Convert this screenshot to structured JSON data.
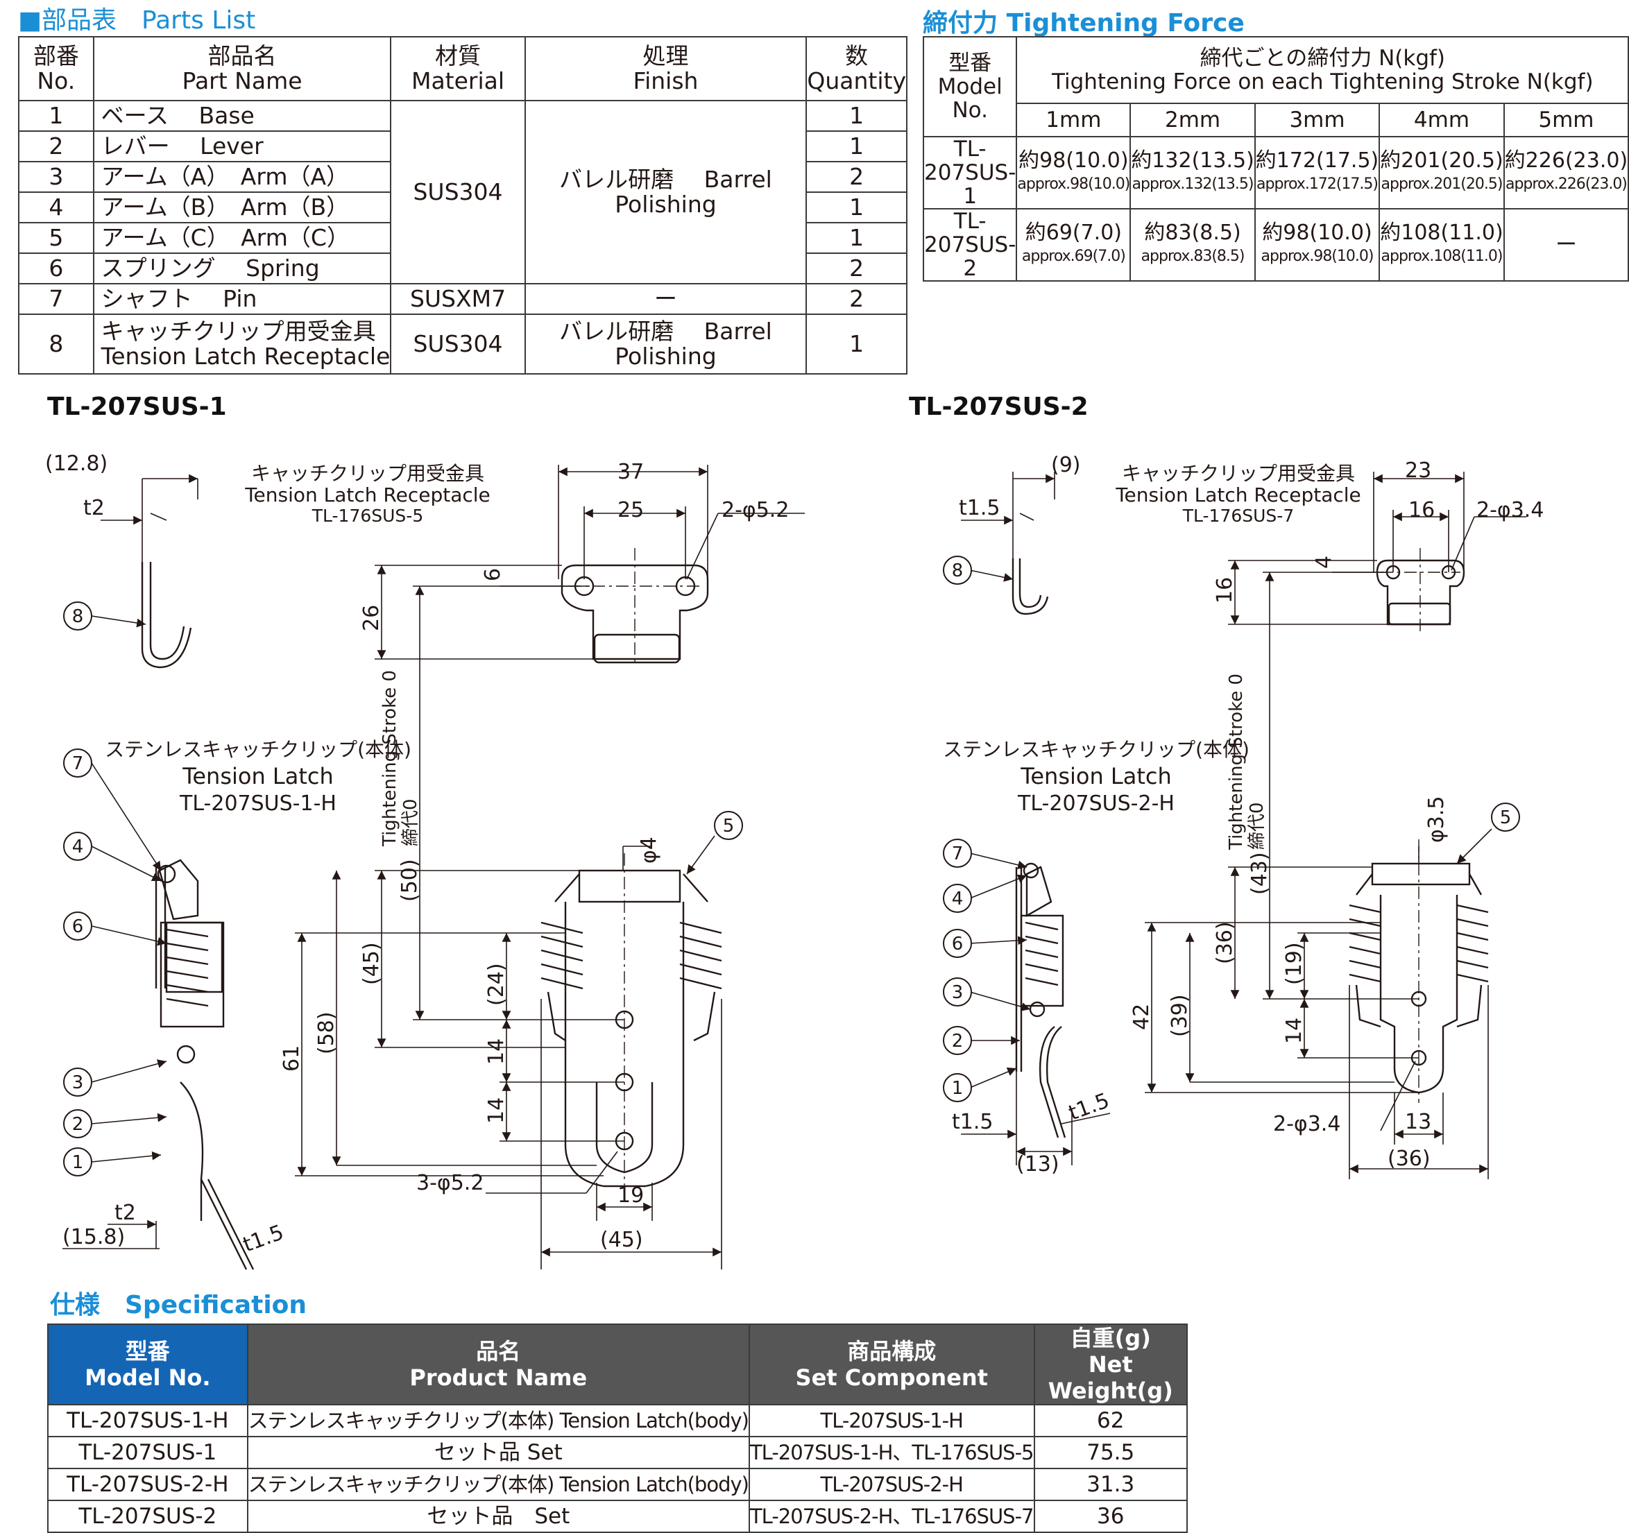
{
  "parts_list": {
    "title": "■部品表　Parts List",
    "headers": [
      {
        "ja": "部番",
        "en": "No."
      },
      {
        "ja": "部品名",
        "en": "Part Name"
      },
      {
        "ja": "材質",
        "en": "Material"
      },
      {
        "ja": "処理",
        "en": "Finish"
      },
      {
        "ja": "数",
        "en": "Quantity"
      }
    ],
    "rows": [
      {
        "no": "1",
        "name": "ベース　 Base",
        "qty": "1"
      },
      {
        "no": "2",
        "name": "レバー　 Lever",
        "qty": "1"
      },
      {
        "no": "3",
        "name": "アーム（A）　Arm（A）",
        "qty": "2"
      },
      {
        "no": "4",
        "name": "アーム（B）　Arm（B）",
        "qty": "1"
      },
      {
        "no": "5",
        "name": "アーム（C）　Arm（C）",
        "qty": "1"
      },
      {
        "no": "6",
        "name": "スプリング　 Spring",
        "qty": "2"
      },
      {
        "no": "7",
        "name": "シャフト　 Pin",
        "material": "SUSXM7",
        "finish": "ー",
        "qty": "2"
      },
      {
        "no": "8",
        "name_ja": "キャッチクリップ用受金具",
        "name_en": "Tension Latch Receptacle",
        "material": "SUS304",
        "finish": "バレル研磨　 Barrel Polishing",
        "qty": "1"
      }
    ],
    "group_material": "SUS304",
    "group_finish": "バレル研磨　 Barrel Polishing"
  },
  "tightening_force": {
    "title_ja": "締付力",
    "title_en": "Tightening Force",
    "model_header_ja": "型番",
    "model_header_en": "Model No.",
    "force_header_ja": "締代ごとの締付力 N(kgf)",
    "force_header_en": "Tightening Force on each Tightening Stroke N(kgf)",
    "strokes": [
      "1mm",
      "2mm",
      "3mm",
      "4mm",
      "5mm"
    ],
    "rows": [
      {
        "model": "TL-207SUS-1",
        "values": [
          "約98(10.0)",
          "約132(13.5)",
          "約172(17.5)",
          "約201(20.5)",
          "約226(23.0)"
        ],
        "approx": [
          "approx.98(10.0)",
          "approx.132(13.5)",
          "approx.172(17.5)",
          "approx.201(20.5)",
          "approx.226(23.0)"
        ]
      },
      {
        "model": "TL-207SUS-2",
        "values": [
          "約69(7.0)",
          "約83(8.5)",
          "約98(10.0)",
          "約108(11.0)",
          ""
        ],
        "approx": [
          "approx.69(7.0)",
          "approx.83(8.5)",
          "approx.98(10.0)",
          "approx.108(11.0)",
          ""
        ],
        "empty_mark": "ー"
      }
    ]
  },
  "drawing1": {
    "title": "TL-207SUS-1",
    "receptacle_ja": "キャッチクリップ用受金具",
    "receptacle_en": "Tension Latch Receptacle",
    "receptacle_model": "TL-176SUS-5",
    "latch_ja": "ステンレスキャッチクリップ(本体)",
    "latch_en": "Tension Latch",
    "latch_model": "TL-207SUS-1-H",
    "stroke_en": "Tightening Stroke 0",
    "stroke_ja": "締代0",
    "dims": {
      "d12_8": "(12.8)",
      "t2a": "t2",
      "d37": "37",
      "d25": "25",
      "d2phi52": "2-φ5.2",
      "d6": "6",
      "d26": "26",
      "d50": "(50)",
      "d45a": "(45)",
      "d24": "(24)",
      "d14a": "14",
      "d14b": "14",
      "d61": "61",
      "d58": "(58)",
      "phi4": "φ4",
      "d3phi52": "3-φ5.2",
      "d19": "19",
      "d45b": "(45)",
      "t2b": "t2",
      "d15_8": "(15.8)",
      "t15": "t1.5"
    },
    "callouts": [
      "8",
      "7",
      "4",
      "6",
      "3",
      "2",
      "1",
      "5"
    ]
  },
  "drawing2": {
    "title": "TL-207SUS-2",
    "receptacle_ja": "キャッチクリップ用受金具",
    "receptacle_en": "Tension Latch Receptacle",
    "receptacle_model": "TL-176SUS-7",
    "latch_ja": "ステンレスキャッチクリップ(本体)",
    "latch_en": "Tension Latch",
    "latch_model": "TL-207SUS-2-H",
    "stroke_en": "Tightening Stroke 0",
    "stroke_ja": "締代0",
    "dims": {
      "d9": "(9)",
      "t15a": "t1.5",
      "d23": "23",
      "d16a": "16",
      "d2phi34a": "2-φ3.4",
      "d4": "4",
      "d16b": "16",
      "phi35": "φ3.5",
      "d43": "(43)",
      "d36a": "(36)",
      "d19": "(19)",
      "d42": "42",
      "d39": "(39)",
      "d14": "14",
      "d2phi34b": "2-φ3.4",
      "d13a": "13",
      "t15b": "t1.5",
      "t15c": "t1.5",
      "d13b": "(13)",
      "d36b": "(36)"
    },
    "callouts": [
      "8",
      "7",
      "4",
      "6",
      "3",
      "2",
      "1",
      "5"
    ]
  },
  "specification": {
    "title": "仕様　Specification",
    "headers": [
      {
        "ja": "型番",
        "en": "Model No."
      },
      {
        "ja": "品名",
        "en": "Product Name"
      },
      {
        "ja": "商品構成",
        "en": "Set Component"
      },
      {
        "ja": "自重(g)",
        "en": "Net Weight(g)"
      }
    ],
    "rows": [
      {
        "model": "TL-207SUS-1-H",
        "name": "ステンレスキャッチクリップ(本体) Tension Latch(body)",
        "set": "TL-207SUS-1-H",
        "weight": "62"
      },
      {
        "model": "TL-207SUS-1",
        "name": "セット品 Set",
        "set": "TL-207SUS-1-H、TL-176SUS-5",
        "weight": "75.5"
      },
      {
        "model": "TL-207SUS-2-H",
        "name": "ステンレスキャッチクリップ(本体) Tension Latch(body)",
        "set": "TL-207SUS-2-H",
        "weight": "31.3"
      },
      {
        "model": "TL-207SUS-2",
        "name": "セット品　Set",
        "set": "TL-207SUS-2-H、TL-176SUS-7",
        "weight": "36"
      }
    ]
  }
}
